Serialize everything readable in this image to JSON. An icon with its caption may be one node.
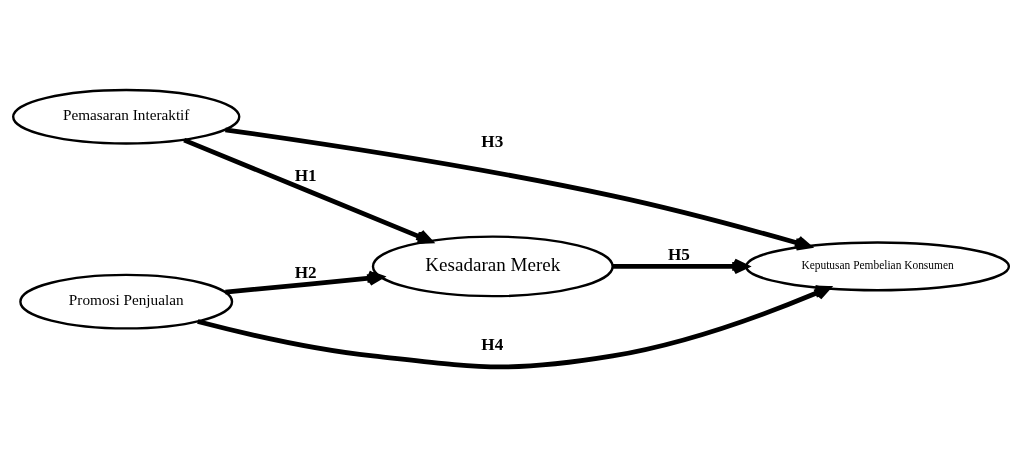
{
  "diagram": {
    "nodes": [
      {
        "text": [
          "Pemasaran Interaktif"
        ]
      },
      {
        "text": [
          "Promosi Penjualan"
        ]
      },
      {
        "text": [
          "Kesadaran Merek"
        ]
      },
      {
        "text": [
          "Keputusan Pembelian Konsumen"
        ]
      }
    ],
    "edges": [
      {
        "from": 0,
        "to": 2,
        "arrow": "to",
        "label": "H1"
      },
      {
        "from": 1,
        "to": 2,
        "arrow": "to",
        "label": "H2"
      },
      {
        "from": 0,
        "to": 3,
        "arrow": "to",
        "label": "H3"
      },
      {
        "from": 1,
        "to": 3,
        "arrow": "to",
        "label": "H4"
      },
      {
        "from": 2,
        "to": 3,
        "arrow": "to",
        "label": "H5"
      }
    ]
  }
}
